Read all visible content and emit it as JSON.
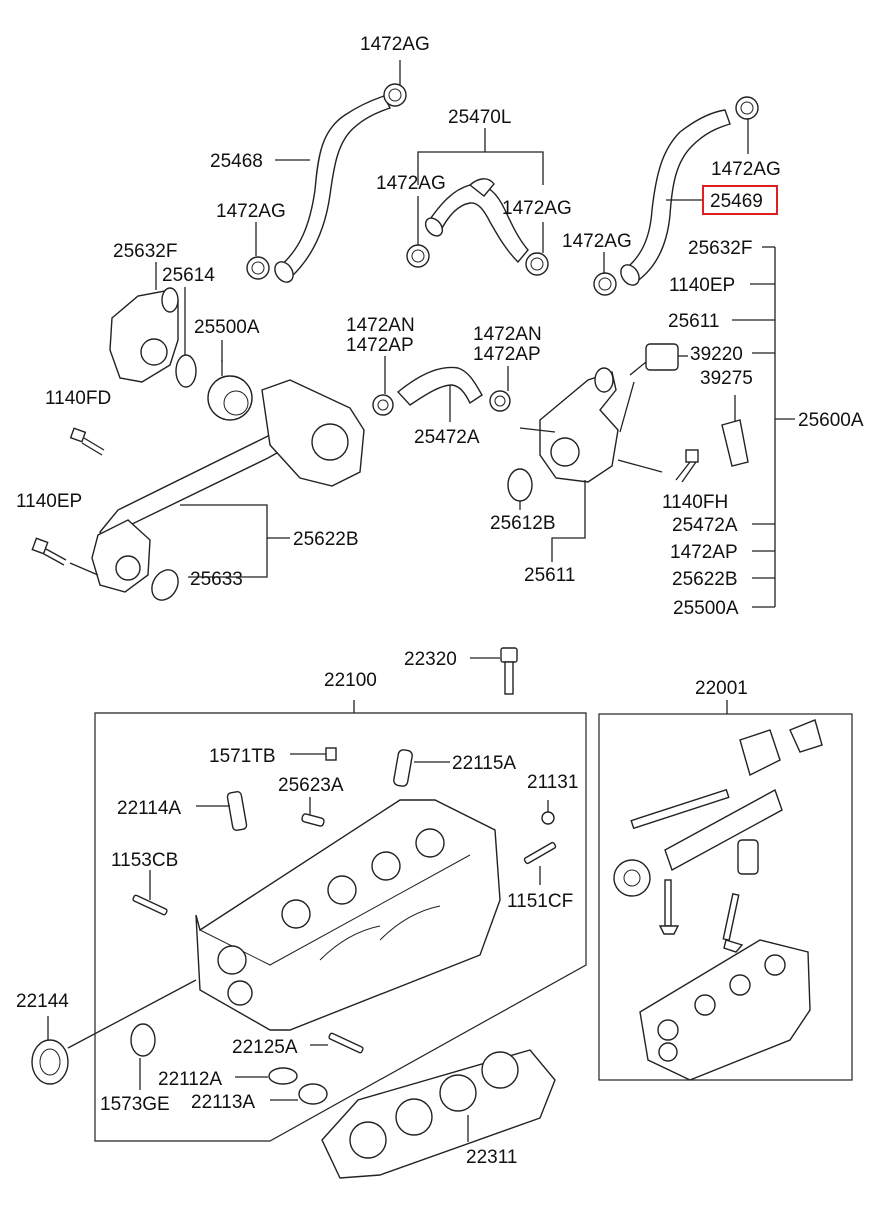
{
  "labels": {
    "l_1472AG_top": "1472AG",
    "l_25468": "25468",
    "l_1472AG_left": "1472AG",
    "l_25470L": "25470L",
    "l_1472AG_mid_left": "1472AG",
    "l_1472AG_mid_right": "1472AG",
    "l_1472AG_right_top": "1472AG",
    "l_25469": "25469",
    "l_1472AG_right_low": "1472AG",
    "l_25632F_left": "25632F",
    "l_25614": "25614",
    "l_25500A": "25500A",
    "l_1140FD": "1140FD",
    "l_1472AN_left": "1472AN",
    "l_1472AP_left": "1472AP",
    "l_1472AN_right": "1472AN",
    "l_1472AP_right": "1472AP",
    "l_25472A": "25472A",
    "l_1140EP_left": "1140EP",
    "l_25622B": "25622B",
    "l_25633": "25633",
    "l_25612B": "25612B",
    "l_25611_bottom": "25611",
    "l_1140FH": "1140FH",
    "r_25632F": "25632F",
    "r_1140EP": "1140EP",
    "r_25611": "25611",
    "r_39220": "39220",
    "r_39275": "39275",
    "r_25600A": "25600A",
    "r_25472A": "25472A",
    "r_1472AP": "1472AP",
    "r_25622B": "25622B",
    "r_25500A": "25500A",
    "l_22320": "22320",
    "l_22100": "22100",
    "l_22001": "22001",
    "l_1571TB": "1571TB",
    "l_22115A": "22115A",
    "l_25623A": "25623A",
    "l_21131": "21131",
    "l_22114A": "22114A",
    "l_1153CB": "1153CB",
    "l_1151CF": "1151CF",
    "l_22144": "22144",
    "l_22125A": "22125A",
    "l_22112A": "22112A",
    "l_1573GE": "1573GE",
    "l_22113A": "22113A",
    "l_22311": "22311"
  },
  "highlight": {
    "part_number": "25469",
    "color": "#e02020"
  }
}
